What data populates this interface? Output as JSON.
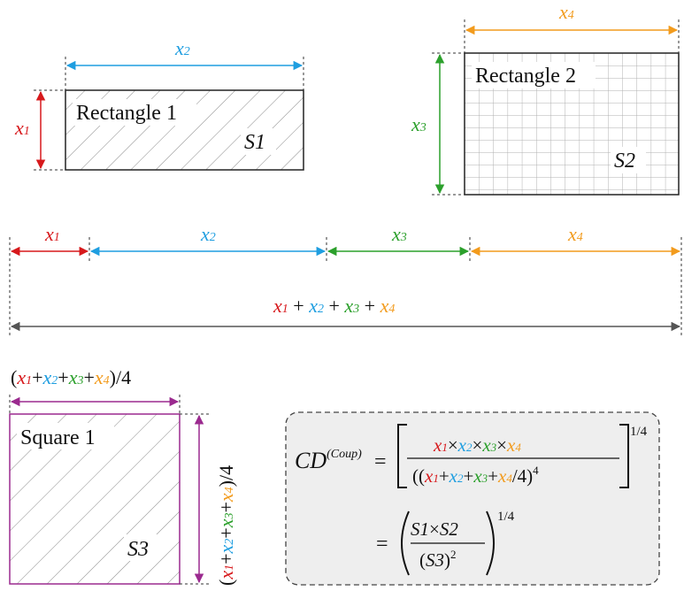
{
  "colors": {
    "x1": "#d7191c",
    "x2": "#1f9ee0",
    "x3": "#2ca02c",
    "x4": "#f29b1d",
    "total": "#555555",
    "square": "#9b2a8f",
    "shape_stroke": "#222222",
    "grid": "#b0b0b0",
    "hatch": "#8a8a8a",
    "formula_box_fill": "#eeeeee",
    "formula_box_stroke": "#444444"
  },
  "labels": {
    "x1": "x",
    "x2": "x",
    "x3": "x",
    "x4": "x",
    "sub1": "1",
    "sub2": "2",
    "sub3": "3",
    "sub4": "4",
    "plus": "+",
    "times": "×",
    "open_paren": "(",
    "close_paren": ")",
    "div4": ")/4"
  },
  "rectangle1": {
    "title": "Rectangle 1",
    "area": "S1"
  },
  "rectangle2": {
    "title": "Rectangle 2",
    "area": "S2"
  },
  "square1": {
    "title": "Square 1",
    "area": "S3"
  },
  "formula": {
    "cd": "CD",
    "sup": "(Coup)",
    "equals": "=",
    "exponent": "1/4",
    "pow4": "4",
    "pow2": "2",
    "s1": "S1",
    "s2": "S2",
    "s3": "S3",
    "den_tail": "/4)"
  }
}
